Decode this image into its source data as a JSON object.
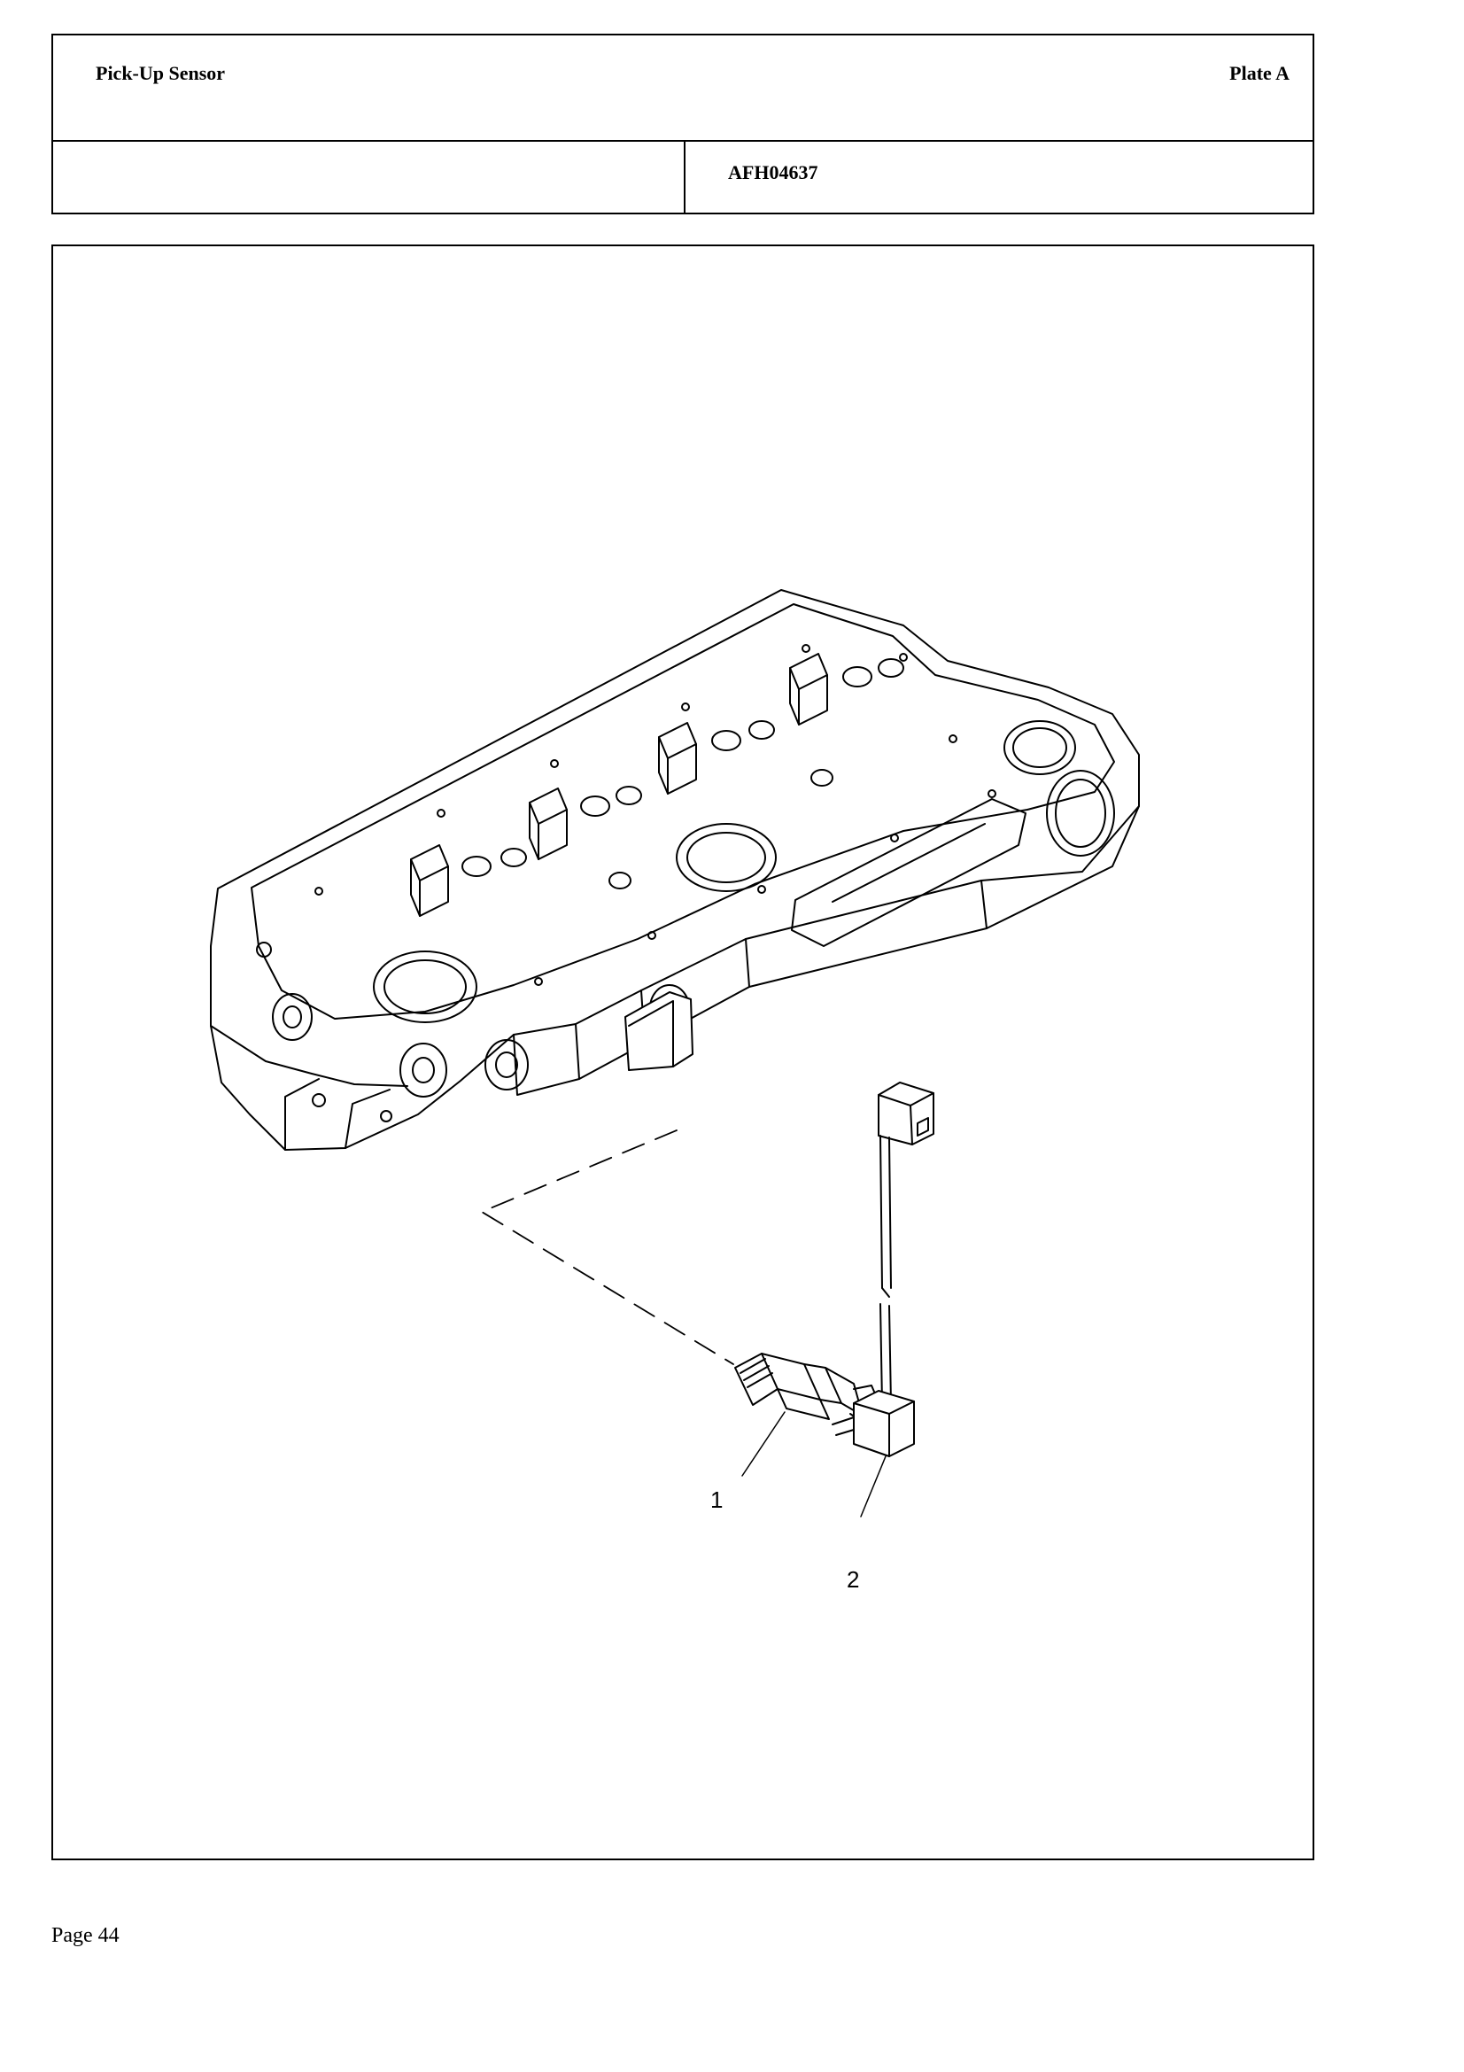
{
  "header": {
    "title": "Pick-Up Sensor",
    "plate": "Plate A",
    "reference": "AFH04637"
  },
  "figure": {
    "callouts": [
      "1",
      "2"
    ]
  },
  "footer": {
    "page": "Page 44"
  }
}
